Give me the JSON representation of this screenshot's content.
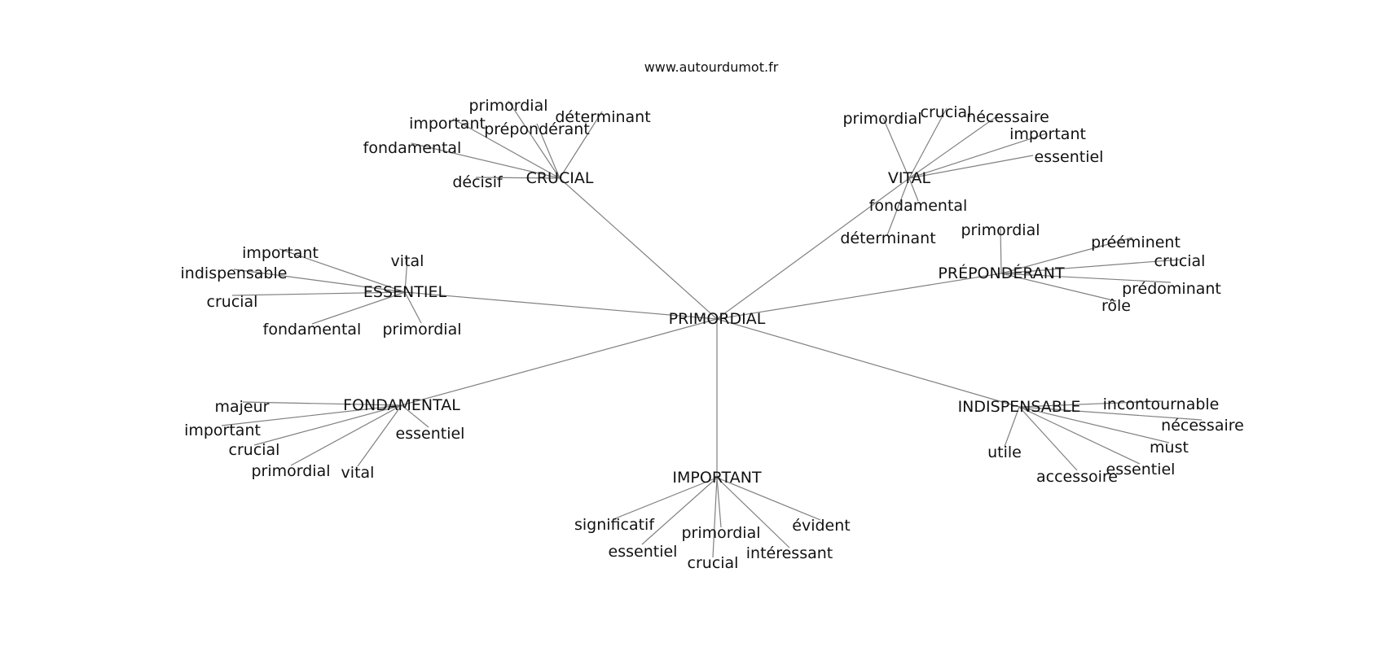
{
  "site": "www.autourdumot.fr",
  "colors": {
    "edge": "#808080",
    "text": "#111111",
    "background": "#ffffff"
  },
  "center": {
    "label": "PRIMORDIAL"
  },
  "hubs": [
    {
      "id": "crucial",
      "label": "CRUCIAL",
      "leaves": [
        {
          "label": "primordial"
        },
        {
          "label": "important"
        },
        {
          "label": "déterminant"
        },
        {
          "label": "prépondérant"
        },
        {
          "label": "fondamental"
        },
        {
          "label": "décisif"
        }
      ]
    },
    {
      "id": "vital",
      "label": "VITAL",
      "leaves": [
        {
          "label": "primordial"
        },
        {
          "label": "crucial"
        },
        {
          "label": "nécessaire"
        },
        {
          "label": "important"
        },
        {
          "label": "essentiel"
        },
        {
          "label": "fondamental"
        },
        {
          "label": "déterminant"
        }
      ]
    },
    {
      "id": "essentiel",
      "label": "ESSENTIEL",
      "leaves": [
        {
          "label": "important"
        },
        {
          "label": "indispensable"
        },
        {
          "label": "vital"
        },
        {
          "label": "crucial"
        },
        {
          "label": "fondamental"
        },
        {
          "label": "primordial"
        }
      ]
    },
    {
      "id": "preponderant",
      "label": "PRÉPONDÉRANT",
      "leaves": [
        {
          "label": "primordial"
        },
        {
          "label": "prééminent"
        },
        {
          "label": "crucial"
        },
        {
          "label": "prédominant"
        },
        {
          "label": "rôle"
        }
      ]
    },
    {
      "id": "fondamental",
      "label": "FONDAMENTAL",
      "leaves": [
        {
          "label": "majeur"
        },
        {
          "label": "important"
        },
        {
          "label": "crucial"
        },
        {
          "label": "essentiel"
        },
        {
          "label": "primordial"
        },
        {
          "label": "vital"
        }
      ]
    },
    {
      "id": "indispensable",
      "label": "INDISPENSABLE",
      "leaves": [
        {
          "label": "incontournable"
        },
        {
          "label": "nécessaire"
        },
        {
          "label": "must"
        },
        {
          "label": "utile"
        },
        {
          "label": "essentiel"
        },
        {
          "label": "accessoire"
        }
      ]
    },
    {
      "id": "important",
      "label": "IMPORTANT",
      "leaves": [
        {
          "label": "significatif"
        },
        {
          "label": "évident"
        },
        {
          "label": "primordial"
        },
        {
          "label": "essentiel"
        },
        {
          "label": "intéressant"
        },
        {
          "label": "crucial"
        }
      ]
    }
  ]
}
